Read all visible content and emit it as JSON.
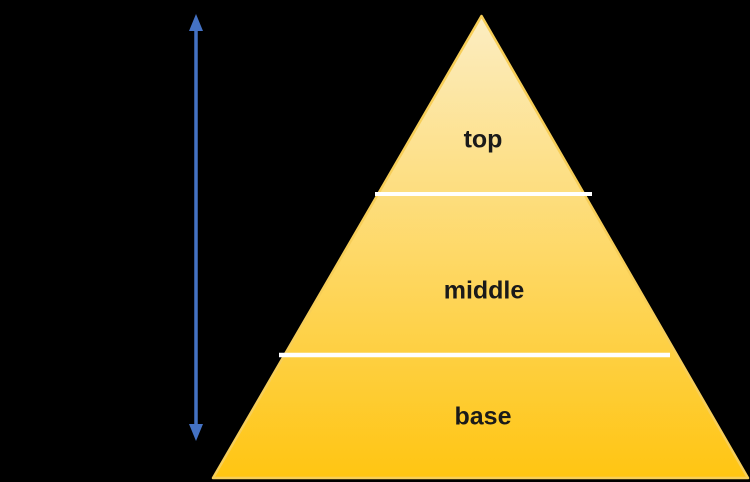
{
  "diagram": {
    "type": "pyramid",
    "background_color": "#000000",
    "pyramid": {
      "levels": [
        {
          "label": "top"
        },
        {
          "label": "middle"
        },
        {
          "label": "base"
        }
      ],
      "fill_top_color": "#FCEDC2",
      "fill_bottom_color": "#FFC512",
      "edge_color": "#F7CE58",
      "divider_color": "#FFFFFF",
      "label_color": "#1A1A1A"
    },
    "arrow": {
      "color": "#4472C4"
    }
  }
}
